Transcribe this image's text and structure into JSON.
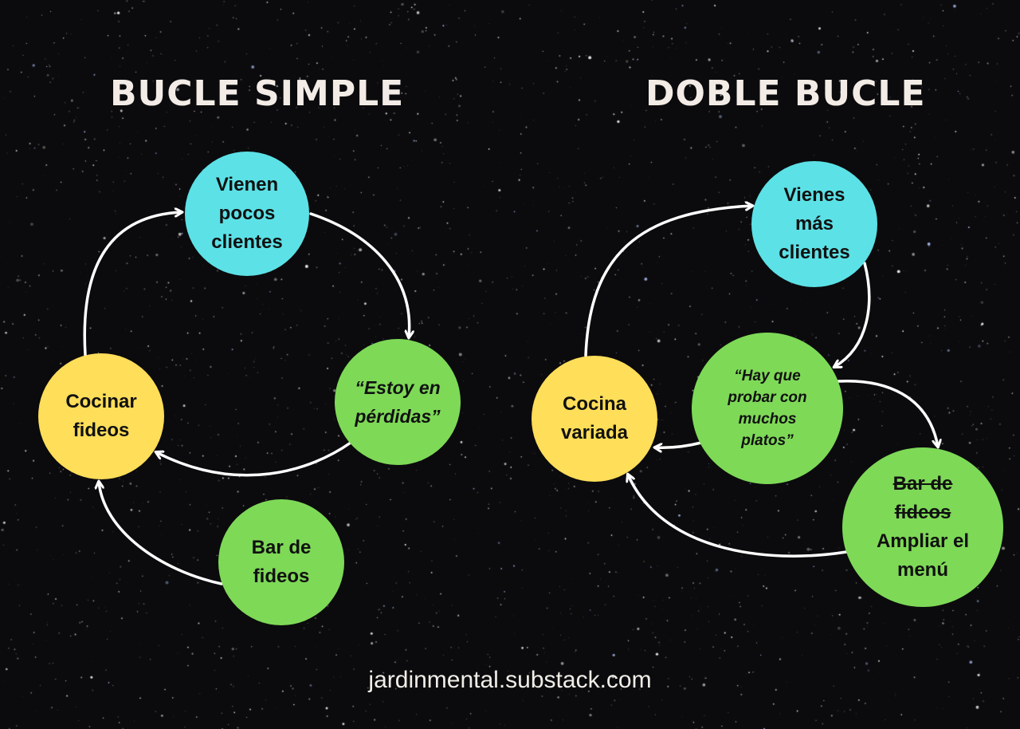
{
  "titles": {
    "simple": "BUCLE SIMPLE",
    "double": "DOBLE BUCLE"
  },
  "simple_loop": {
    "top_node": [
      "Vienen",
      "pocos",
      "clientes"
    ],
    "right_node": [
      "“Estoy en",
      "pérdidas”"
    ],
    "left_node": [
      "Cocinar",
      "fideos"
    ],
    "bottom_node": [
      "Bar de",
      "fideos"
    ]
  },
  "double_loop": {
    "top_node": [
      "Vienes",
      "más",
      "clientes"
    ],
    "center_node": [
      "“Hay que",
      "probar con",
      "muchos",
      "platos”"
    ],
    "left_node": [
      "Cocina",
      "variada"
    ],
    "bottom_node": {
      "struck": [
        "Bar de",
        "fideos"
      ],
      "text": [
        "Ampliar el",
        "menú"
      ]
    }
  },
  "footer": "jardinmental.substack.com",
  "colors": {
    "cyan": "#5ce1e6",
    "yellow": "#ffde59",
    "green": "#7ed957",
    "background": "#0b0b0d",
    "arrow": "#ffffff"
  }
}
